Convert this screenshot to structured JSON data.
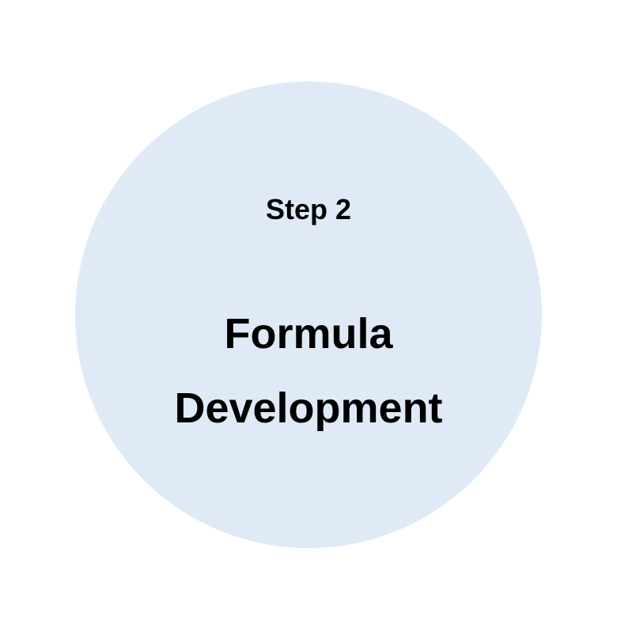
{
  "step": {
    "label": "Step 2",
    "title_lines": [
      "Formula",
      "Development"
    ]
  },
  "colors": {
    "circle_fill": "#dfeaf6",
    "text": "#000000",
    "background": "#ffffff"
  }
}
